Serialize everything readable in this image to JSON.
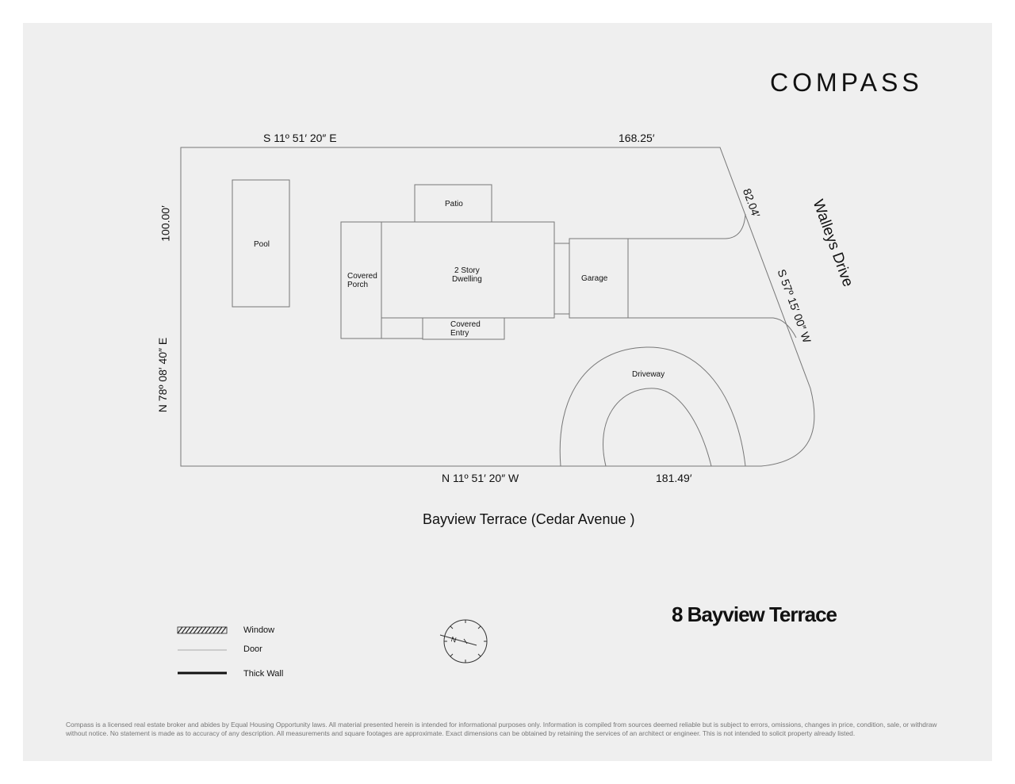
{
  "brand": {
    "logo": "COMPASS"
  },
  "property": {
    "address": "8 Bayview Terrace"
  },
  "streets": {
    "front": "Bayview Terrace (Cedar Avenue )",
    "side": "Walleys Drive"
  },
  "boundary_labels": {
    "top_bearing": "S 11º 51′ 20″ E",
    "top_length": "168.25′",
    "left_length": "100.00′",
    "left_bearing": "N 78º 08′ 40″ E",
    "bottom_bearing": "N 11º 51′ 20″ W",
    "bottom_length": "181.49′",
    "right_length": "82.04′",
    "right_bearing": "S 57º 15′ 00″ W"
  },
  "areas": {
    "pool": "Pool",
    "patio": "Patio",
    "covered_porch": "Covered\nPorch",
    "dwelling": "2 Story\nDwelling",
    "garage": "Garage",
    "covered_entry": "Covered\nEntry",
    "driveway": "Driveway"
  },
  "legend": {
    "window": "Window",
    "door": "Door",
    "thick_wall": "Thick Wall"
  },
  "compass_letter": "N",
  "disclaimer": "Compass is a licensed real estate broker and abides by Equal Housing Opportunity laws. All material presented herein is intended for informational purposes only. Information is compiled from sources deemed reliable but is subject to errors, omissions, changes in price, condition, sale, or withdraw without notice. No statement is made as to accuracy of any description. All measurements and square footages are approximate. Exact dimensions can be obtained by retaining the services of an architect or engineer. This is not intended to solicit property already listed."
}
